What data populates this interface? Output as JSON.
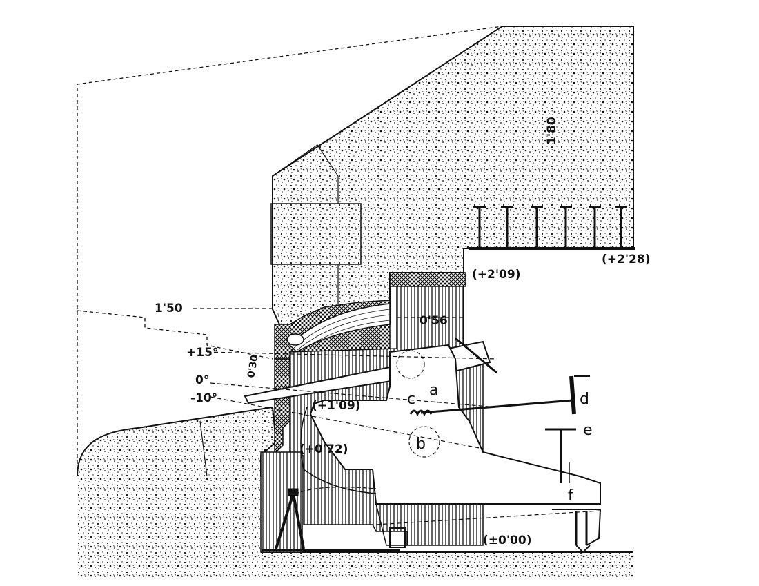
{
  "dimensions": {
    "d180": "1'80",
    "d150": "1'50",
    "d056": "0'56",
    "d030": "0'30"
  },
  "elevations": {
    "e228": "(+2'28)",
    "e209": "(+2'09)",
    "e109": "(+1'09)",
    "e072": "(+0'72)",
    "e000": "(±0'00)"
  },
  "angles": {
    "a_plus15": "+15°",
    "a_zero": "0°",
    "a_minus10": "-10°"
  },
  "parts": {
    "a": "a",
    "b": "b",
    "c": "c",
    "d": "d",
    "e": "e",
    "f": "f"
  },
  "colors": {
    "ink": "#111111",
    "paper": "#ffffff",
    "concrete_fill": "#d9d9d9"
  }
}
